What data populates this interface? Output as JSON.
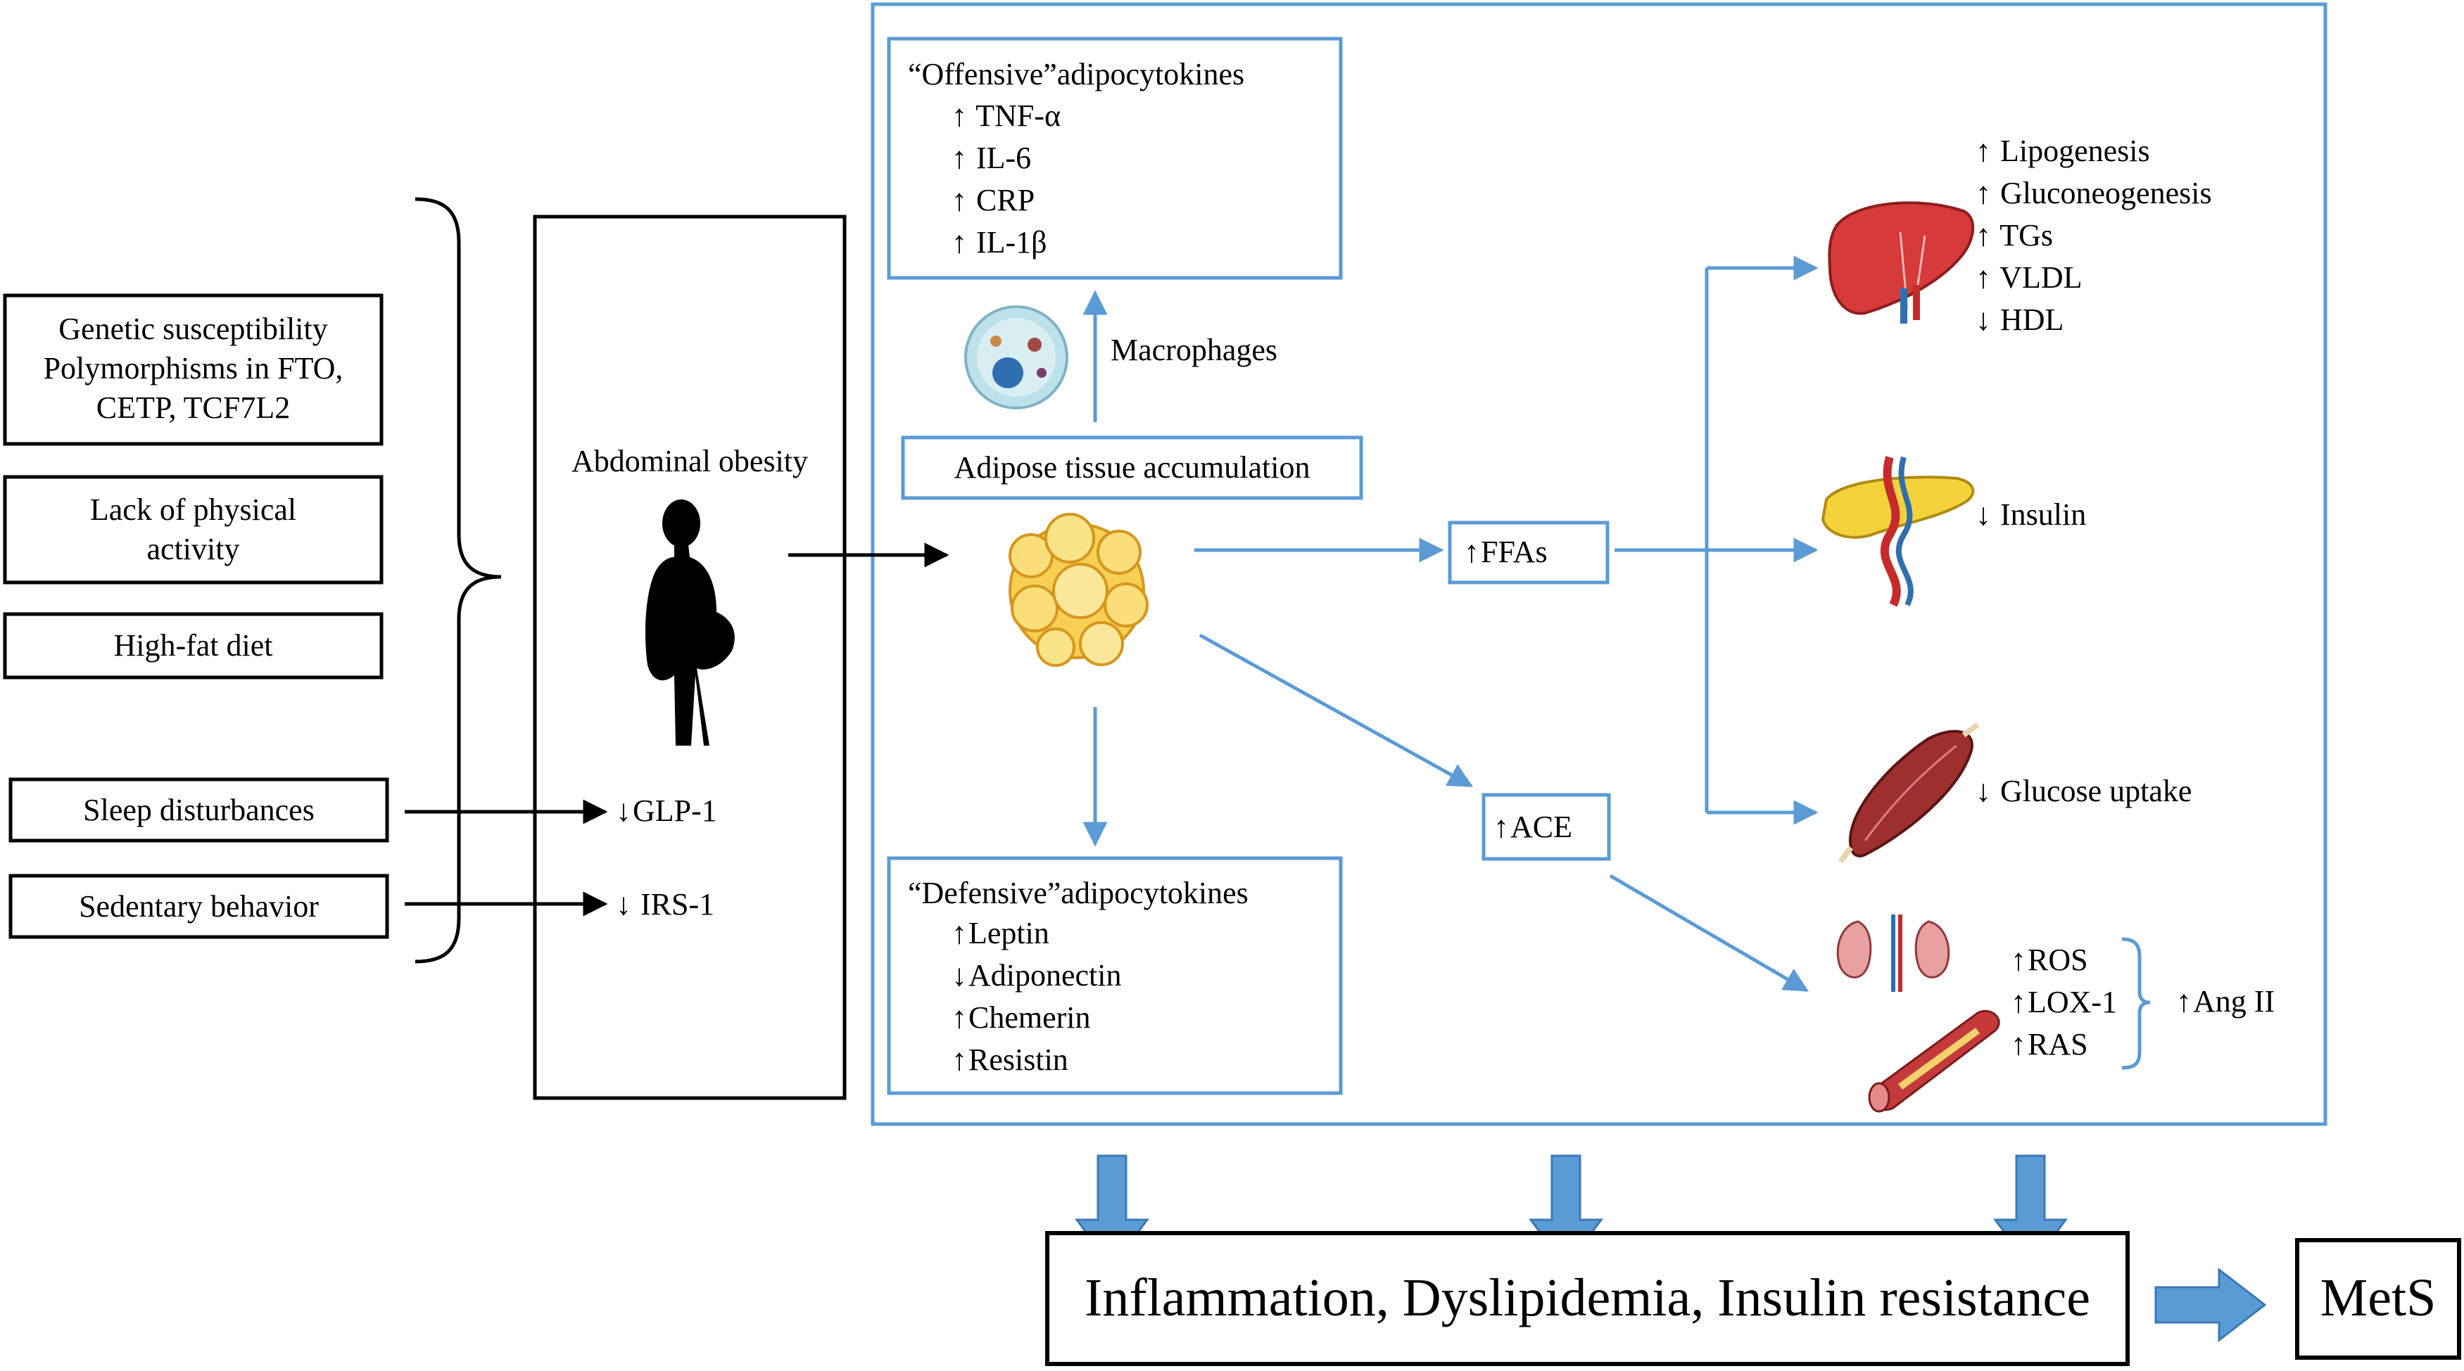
{
  "risk_factors": [
    {
      "id": "genetic",
      "lines": [
        "Genetic susceptibility",
        "Polymorphisms in FTO,",
        "CETP, TCF7L2"
      ]
    },
    {
      "id": "physical",
      "lines": [
        "Lack of physical",
        "activity"
      ]
    },
    {
      "id": "diet",
      "lines": [
        "High-fat diet"
      ]
    },
    {
      "id": "sleep",
      "lines": [
        "Sleep disturbances"
      ]
    },
    {
      "id": "sedentary",
      "lines": [
        "Sedentary behavior"
      ]
    }
  ],
  "obesity": {
    "label": "Abdominal obesity",
    "glp1": "GLP-1",
    "irs1": "IRS-1"
  },
  "adipose": {
    "label": "Adipose tissue accumulation",
    "macrophages": "Macrophages"
  },
  "offensive": {
    "title": "“Offensive”adipocytokines",
    "items": [
      {
        "dir": "up",
        "label": "TNF-α"
      },
      {
        "dir": "up",
        "label": "IL-6"
      },
      {
        "dir": "up",
        "label": "CRP"
      },
      {
        "dir": "up",
        "label": "IL-1β"
      }
    ]
  },
  "defensive": {
    "title": "“Defensive”adipocytokines",
    "items": [
      {
        "dir": "up",
        "label": "Leptin"
      },
      {
        "dir": "down",
        "label": "Adiponectin"
      },
      {
        "dir": "up",
        "label": "Chemerin"
      },
      {
        "dir": "up",
        "label": "Resistin"
      }
    ]
  },
  "ffas": "FFAs",
  "ace": "ACE",
  "liver": {
    "items": [
      {
        "dir": "up",
        "label": "Lipogenesis"
      },
      {
        "dir": "up",
        "label": "Gluconeogenesis"
      },
      {
        "dir": "up",
        "label": "TGs"
      },
      {
        "dir": "up",
        "label": "VLDL"
      },
      {
        "dir": "down",
        "label": "HDL"
      }
    ]
  },
  "pancreas": {
    "dir": "down",
    "label": "Insulin"
  },
  "muscle": {
    "dir": "down",
    "label": "Glucose uptake"
  },
  "vascular": {
    "items": [
      {
        "dir": "up",
        "label": "ROS"
      },
      {
        "dir": "up",
        "label": "LOX-1"
      },
      {
        "dir": "up",
        "label": "RAS"
      }
    ],
    "angii": "Ang II"
  },
  "outcome": "Inflammation, Dyslipidemia, Insulin resistance",
  "mets": "MetS",
  "glyphs": {
    "up": "↑",
    "down": "↓"
  },
  "colors": {
    "accent_blue": "#5b9bd5",
    "arrow_fill": "#5b9bd5",
    "box_border": "#000000"
  }
}
